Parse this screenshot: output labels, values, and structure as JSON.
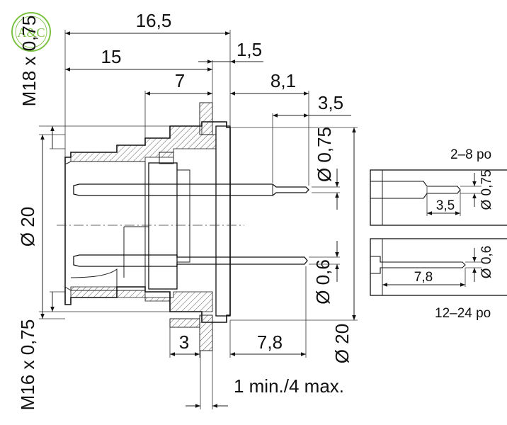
{
  "logo": {
    "text": "A&C",
    "color": "#7cc242"
  },
  "dimensions": {
    "d16_5": "16,5",
    "d15": "15",
    "d1_5": "1,5",
    "d7": "7",
    "d8_1": "8,1",
    "d3_5_top": "3,5",
    "phi0_75": "Ø 0,75",
    "phi20_left": "Ø 20",
    "phi0_6": "Ø 0,6",
    "phi20_right": "Ø 20",
    "d3": "3",
    "d7_8": "7,8",
    "panel": "1 min./4 max.",
    "thread_top": "M18 x 0,75",
    "thread_bottom": "M16 x 0,75"
  },
  "details": {
    "top_label": "2–8 po",
    "top_dim_len": "3,5",
    "top_dim_phi": "Ø 0,75",
    "bottom_label": "12–24 po",
    "bottom_dim_len": "7,8",
    "bottom_dim_phi": "Ø 0,6"
  },
  "colors": {
    "line": "#111111",
    "logo": "#7cc242"
  }
}
